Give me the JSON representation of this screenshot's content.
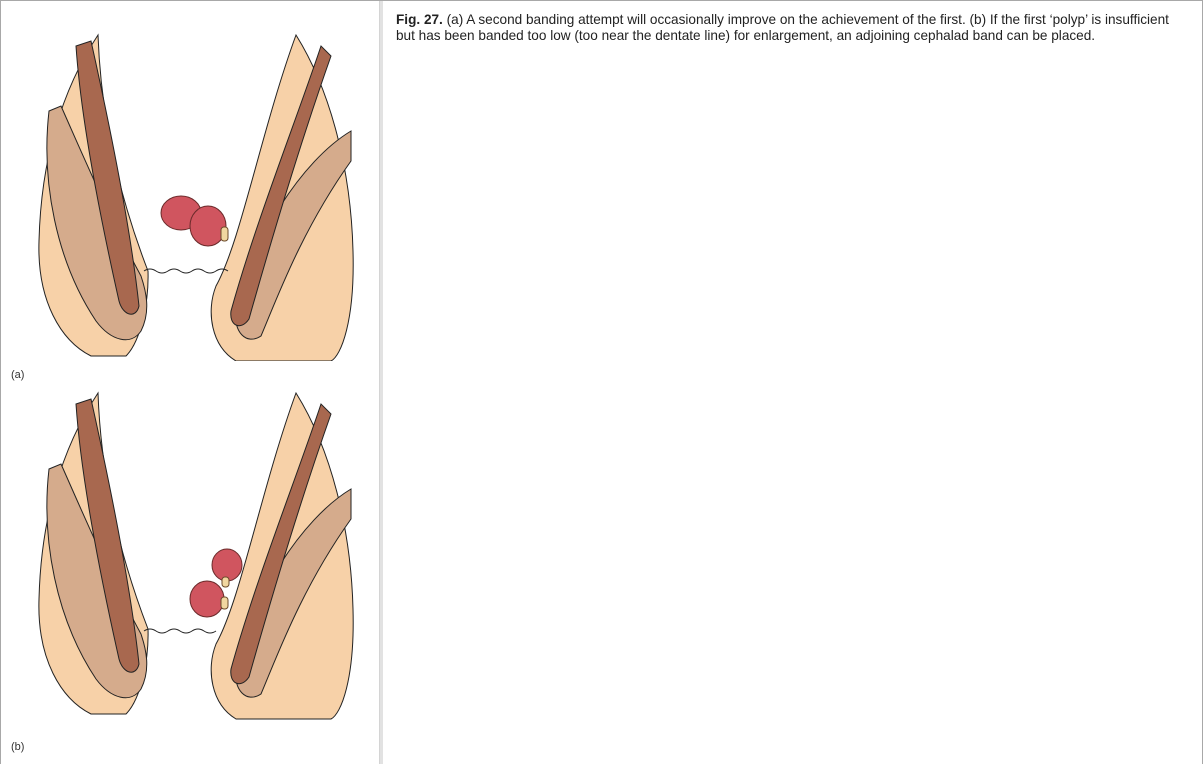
{
  "figure": {
    "panel_a_label": "(a)",
    "panel_b_label": "(b)"
  },
  "caption": {
    "label": "Fig. 27.",
    "text": " (a) A second banding attempt will occasionally improve on the achievement of the first. (b) If the first ‘polyp’ is insufficient but has been banded too low (too near the dentate line) for enlargement, an adjoining cephalad band can be placed."
  },
  "colors": {
    "skin": "#f7d1a8",
    "muscle_outer": "#d5ab8c",
    "muscle_inner": "#a8684f",
    "polyp": "#d0555f",
    "outline": "#222222"
  }
}
